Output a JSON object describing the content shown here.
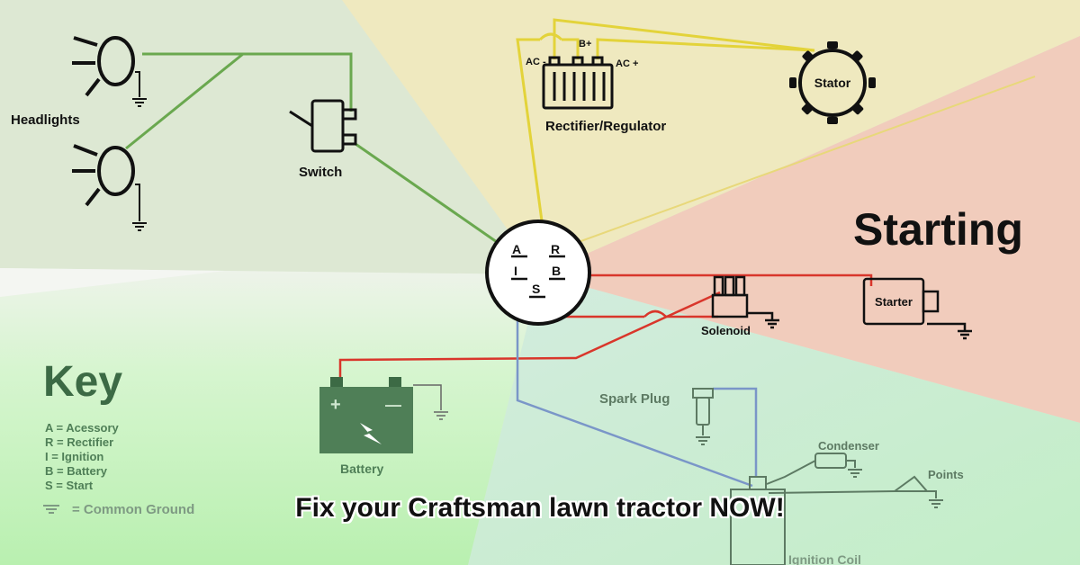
{
  "colors": {
    "lighting_region": "#dbe5cf",
    "charging_region": "#efe9bd",
    "starting_region": "#f1cdbd",
    "key_region": "#c9f0c2",
    "ignition_region": "#cfe9dd",
    "wire_green": "#6aa84f",
    "wire_yellow": "#e3d33a",
    "wire_red": "#d9362b",
    "wire_blue": "#7a96c8",
    "ink": "#111111",
    "key_ink": "#3c6a45"
  },
  "sections": {
    "starting": "Starting",
    "key": "Key"
  },
  "components": {
    "headlights": "Headlights",
    "switch": "Switch",
    "rectifier": "Rectifier/Regulator",
    "rect_ac_minus": "AC -",
    "rect_b_plus": "B+",
    "rect_ac_plus": "AC +",
    "stator": "Stator",
    "starter": "Starter",
    "solenoid": "Solenoid",
    "battery": "Battery",
    "battery_plus": "+",
    "battery_minus": "—",
    "spark_plug": "Spark Plug",
    "condenser": "Condenser",
    "points": "Points",
    "ignition_coil": "Ignition Coil"
  },
  "ignition_switch": {
    "terminal_a": "A",
    "terminal_r": "R",
    "terminal_i": "I",
    "terminal_b": "B",
    "terminal_s": "S"
  },
  "legend": {
    "items": [
      "A = Acessory",
      "R = Rectifier",
      "I = Ignition",
      "B = Battery",
      "S = Start"
    ],
    "ground": "= Common Ground"
  },
  "caption": "Fix your Craftsman lawn tractor NOW!"
}
